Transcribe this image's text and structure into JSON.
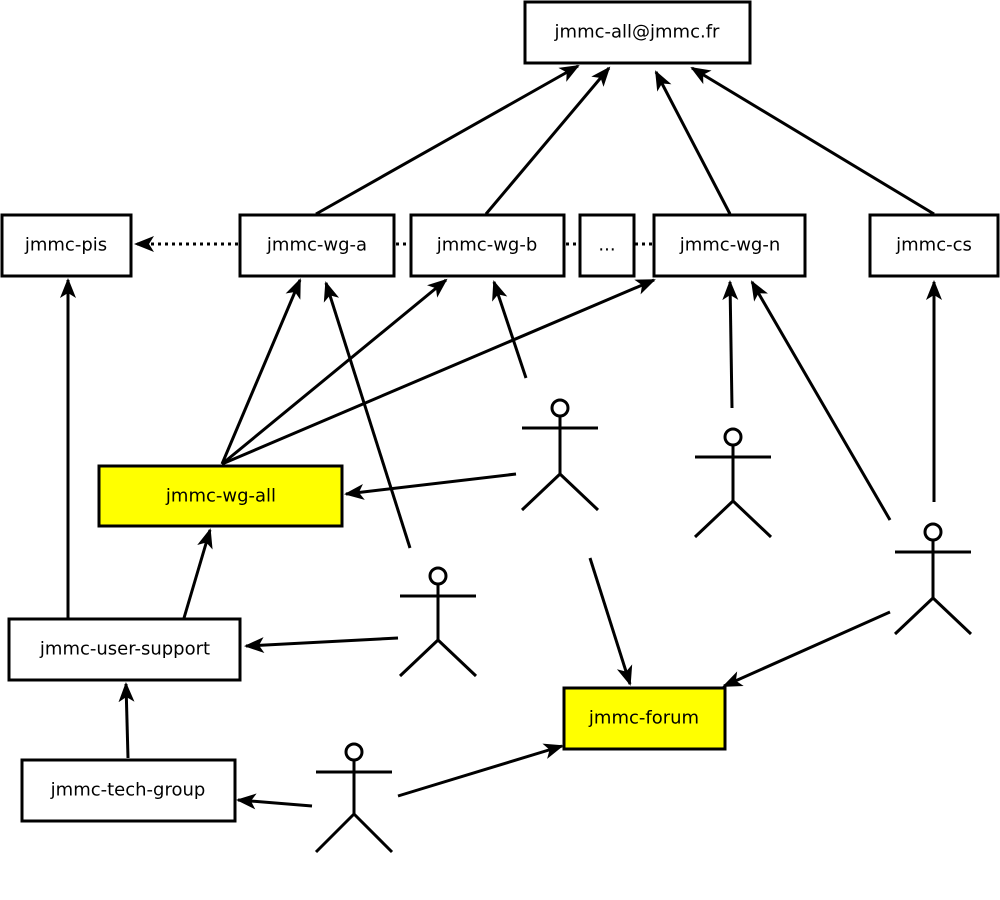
{
  "colors": {
    "default_fill": "#ffffff",
    "highlight_fill": "#ffff00",
    "stroke": "#000000"
  },
  "nodes": {
    "all": {
      "label": "jmmc-all@jmmc.fr"
    },
    "pis": {
      "label": "jmmc-pis"
    },
    "wg_a": {
      "label": "jmmc-wg-a"
    },
    "wg_b": {
      "label": "jmmc-wg-b"
    },
    "ellipsis": {
      "label": "..."
    },
    "wg_n": {
      "label": "jmmc-wg-n"
    },
    "cs": {
      "label": "jmmc-cs"
    },
    "wg_all": {
      "label": "jmmc-wg-all",
      "highlighted": true
    },
    "user_support": {
      "label": "jmmc-user-support"
    },
    "forum": {
      "label": "jmmc-forum",
      "highlighted": true
    },
    "tech_group": {
      "label": "jmmc-tech-group"
    }
  },
  "actors": [
    "actor-1",
    "actor-2",
    "actor-3",
    "actor-4",
    "actor-5"
  ]
}
